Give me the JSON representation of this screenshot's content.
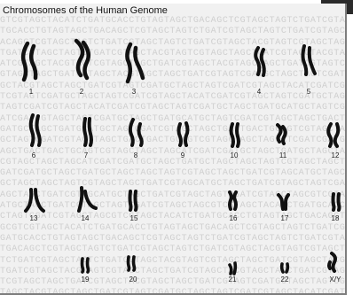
{
  "title": "Chromosomes of the Human Genome",
  "sequence_text": "GTCGTAGCTACATCTGATGCACCTGTAGTAGCTGACAGCTCGTAGCTAGTCTGATCGTAGCTAGTCTGATCGTAGCTACGTAGTCGTAGCTAGCTGATCGTAGCTACGTAGCTAGCTGATCGTAGTCGATGCTAGCTAGTCGATCGTAGCTACATCGATCGTAGCTAGTCGATGCTAGCTGATGCATGCTAGTCGATCGTAGCTAGCTGACTGACTGCAGTCGTAGCTAGCTAGCATCGATCGATGCTAGCTGATGCTAGCTAGCTAGTCGTAGCTAGCTGATCGTAGCATGCTAGCTGATCGTAGCTAGTCGATCGTAGCTAGC",
  "chromosomes": [
    {
      "label": "1"
    },
    {
      "label": "2"
    },
    {
      "label": "3"
    },
    {
      "label": "4"
    },
    {
      "label": "5"
    },
    {
      "label": "6"
    },
    {
      "label": "7"
    },
    {
      "label": "8"
    },
    {
      "label": "9"
    },
    {
      "label": "10"
    },
    {
      "label": "11"
    },
    {
      "label": "12"
    },
    {
      "label": "13"
    },
    {
      "label": "14"
    },
    {
      "label": "15"
    },
    {
      "label": "16"
    },
    {
      "label": "17"
    },
    {
      "label": "18"
    },
    {
      "label": "19"
    },
    {
      "label": "20"
    },
    {
      "label": "21"
    },
    {
      "label": "22"
    },
    {
      "label": "X/Y"
    }
  ]
}
